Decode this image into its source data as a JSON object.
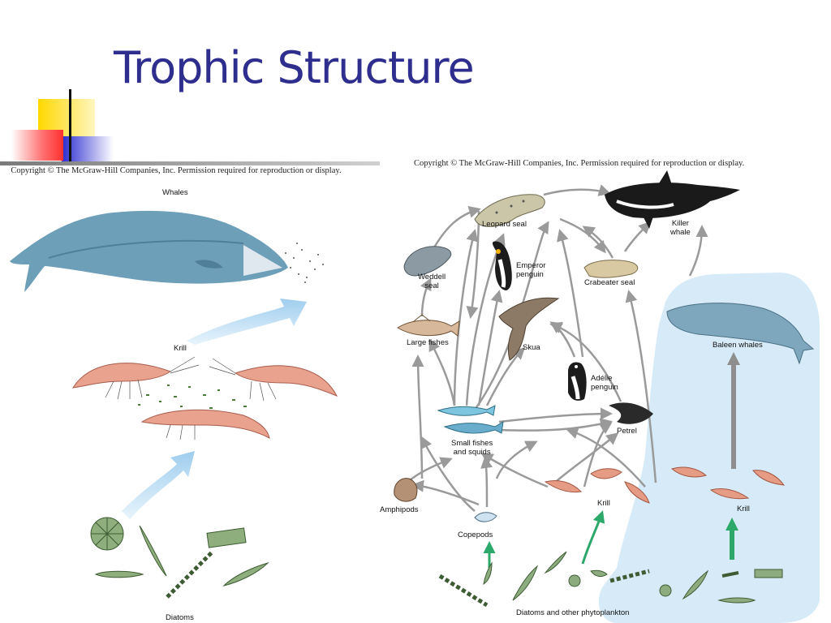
{
  "title": "Trophic Structure",
  "left_panel": {
    "copyright": "Copyright © The McGraw-Hill Companies, Inc. Permission required for reproduction or display.",
    "labels": {
      "whales": "Whales",
      "krill": "Krill",
      "diatoms": "Diatoms"
    }
  },
  "right_panel": {
    "copyright": "Copyright © The McGraw-Hill Companies, Inc. Permission required for reproduction or display.",
    "labels": {
      "leopard_seal": "Leopard seal",
      "killer_whale": "Killer\nwhale",
      "weddell_seal": "Weddell\nseal",
      "emperor_penguin": "Emperor\npenguin",
      "crabeater_seal": "Crabeater seal",
      "large_fishes": "Large fishes",
      "skua": "Skua",
      "baleen_whales": "Baleen whales",
      "adelie_penguin": "Adélie\npenguin",
      "petrel": "Petrel",
      "small_fishes": "Small fishes\nand squids",
      "amphipods": "Amphipods",
      "krill_center": "Krill",
      "krill_right": "Krill",
      "copepods": "Copepods",
      "phytoplankton": "Diatoms and other phytoplankton"
    }
  },
  "colors": {
    "title": "#2e2e8e",
    "ocean_zone": "#d6eaf8",
    "arrow_gray": "#9a9a9a",
    "arrow_green": "#2ca86a",
    "arrow_blue": "#a9d3ee"
  }
}
